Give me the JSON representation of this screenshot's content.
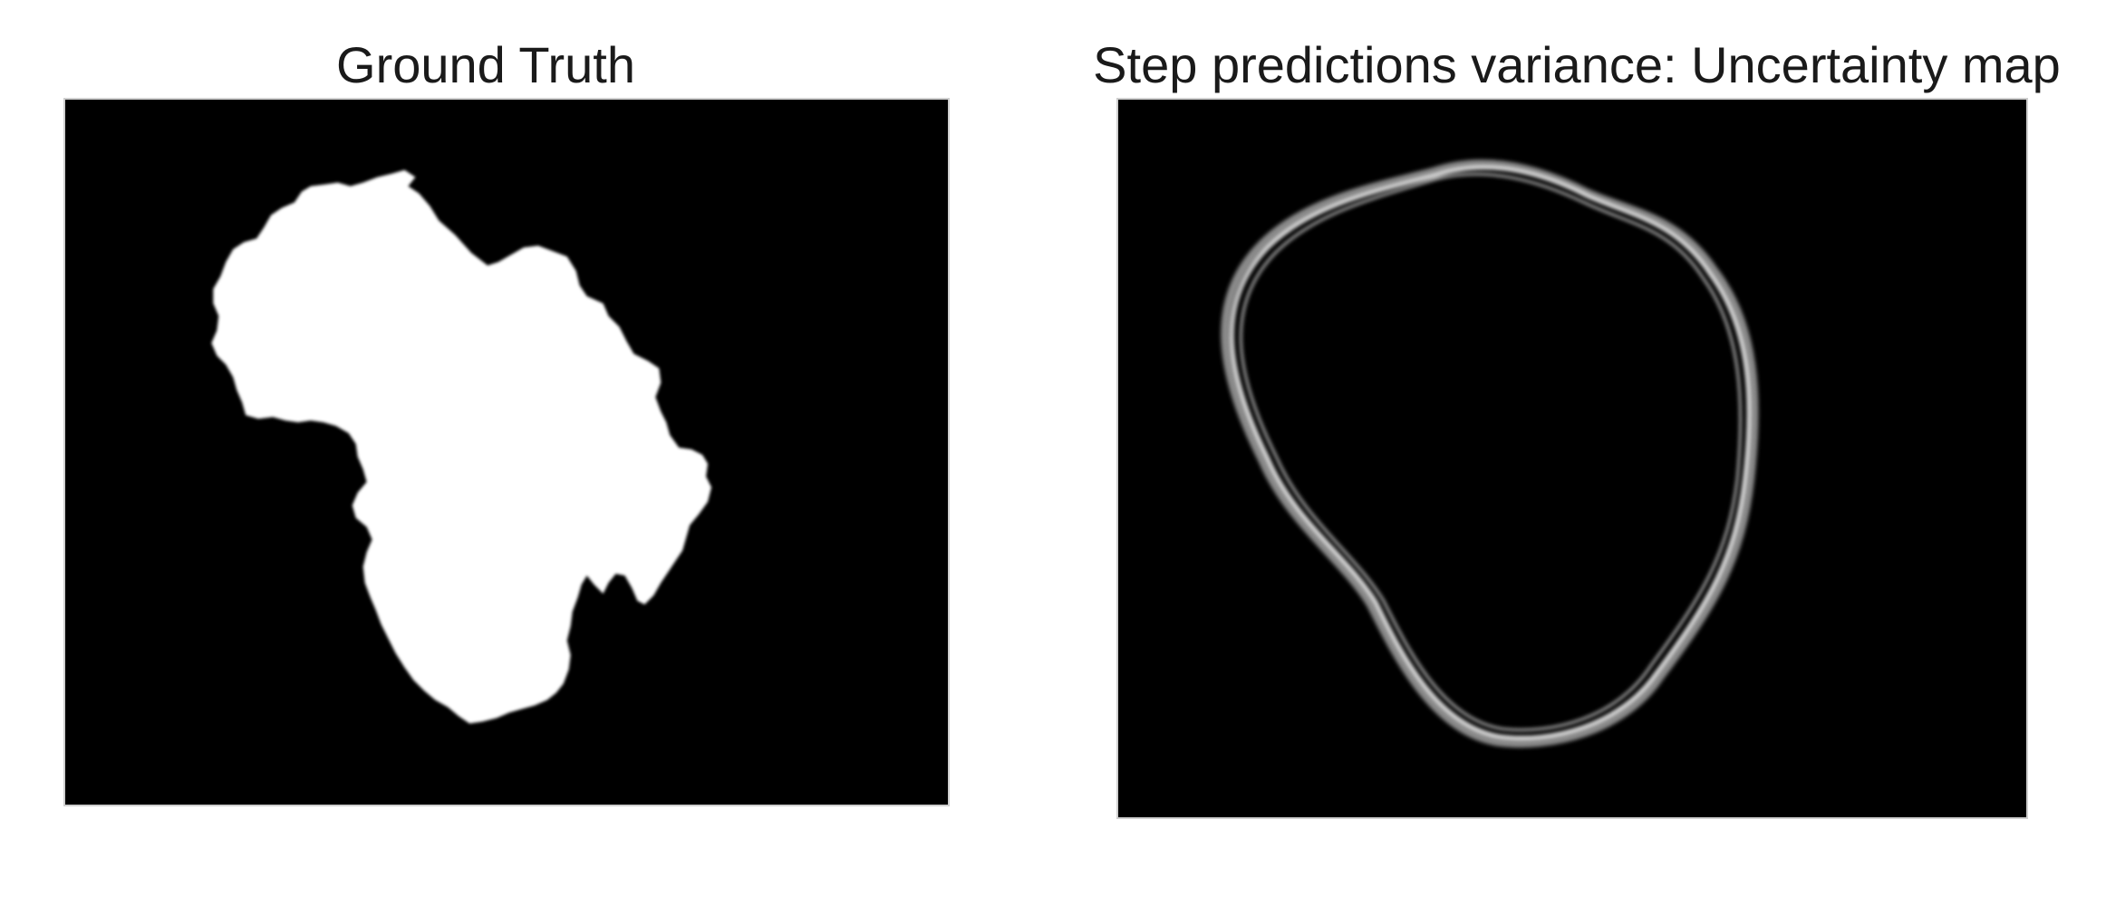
{
  "panels": [
    {
      "title": "Ground Truth",
      "image": "white-segmentation-mask-blob"
    },
    {
      "title": "Step predictions variance: Uncertainty map",
      "image": "uncertainty-contour-ring"
    }
  ],
  "colors": {
    "background": "#000000",
    "mask": "#ffffff",
    "contour": "#e6e6e6",
    "title": "#1a1a1a"
  }
}
